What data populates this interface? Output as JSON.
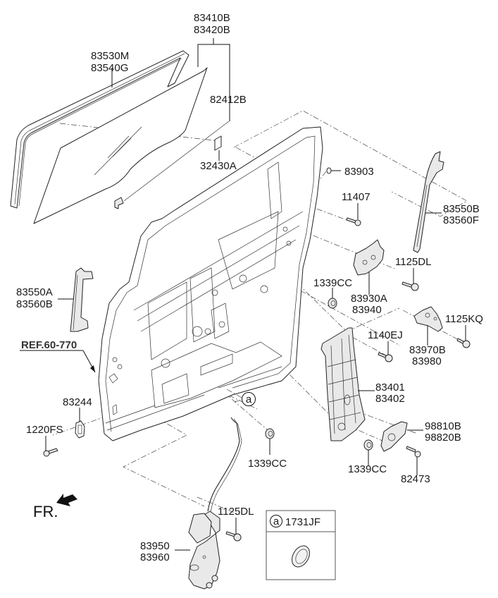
{
  "diagram": {
    "title": "Rear Door Window Regulator & Glass Parts Diagram",
    "labels": {
      "glass": [
        "83410B",
        "83420B"
      ],
      "run_channel": [
        "83530M",
        "83540G"
      ],
      "glass_ref": "82412B",
      "sticker": "32430A",
      "plug_top": "83903",
      "bolt_11407": "11407",
      "channel_rear": [
        "83550B",
        "83560F"
      ],
      "bolt_1125dl_top": "1125DL",
      "channel_front": [
        "83550A",
        "83560B"
      ],
      "grommet_center": "1339CC",
      "hinge_upper": [
        "83930A",
        "83940"
      ],
      "hinge_lower": [
        "83970B",
        "83980"
      ],
      "bolt_1125kq": "1125KQ",
      "bolt_1140ej": "1140EJ",
      "ref": "REF.60-770",
      "regulator": [
        "83401",
        "83402"
      ],
      "striker": "83244",
      "screw_1220fs": "1220FS",
      "motor": [
        "98810B",
        "98820B"
      ],
      "grommet_lower": "1339CC",
      "grommet_regulator": "1339CC",
      "bolt_82473": "82473",
      "callout_a": "a",
      "front_indicator": "FR.",
      "bolt_1125dl_bottom": "1125DL",
      "latch": [
        "83950",
        "83960"
      ]
    },
    "legend_box": {
      "callout": "a",
      "part_number": "1731JF"
    }
  }
}
